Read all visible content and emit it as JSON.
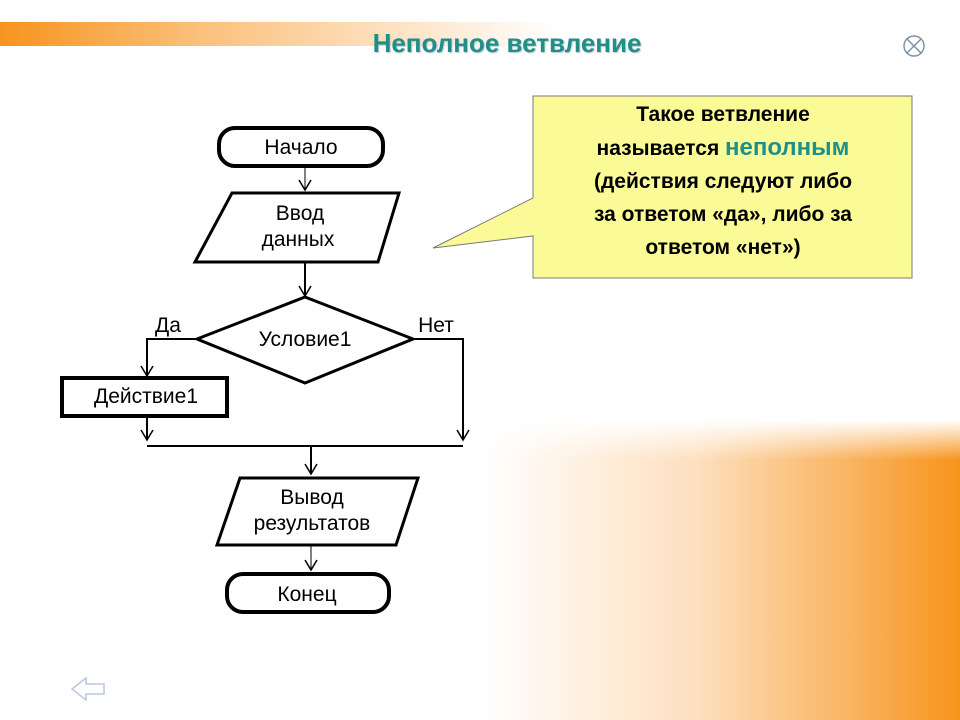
{
  "slide": {
    "title": "Неполное ветвление"
  },
  "callout": {
    "line1": "Такое ветвление",
    "line2_prefix": "называется ",
    "line2_highlight": "неполным",
    "line3": "(действия следуют либо",
    "line4": "за ответом «да», либо за",
    "line5": "ответом «нет»)"
  },
  "flowchart": {
    "start": "Начало",
    "input_line1": "Ввод",
    "input_line2": "данных",
    "condition": "Условие1",
    "yes": "Да",
    "no": "Нет",
    "action": "Действие1",
    "output_line1": "Вывод",
    "output_line2": "результатов",
    "end": "Конец"
  },
  "colors": {
    "accent_teal": "#1f8f8a",
    "accent_orange": "#f7941d",
    "callout_fill": "#fafa96"
  },
  "icons": {
    "close": "circle-x-icon",
    "back": "left-arrow-icon"
  }
}
